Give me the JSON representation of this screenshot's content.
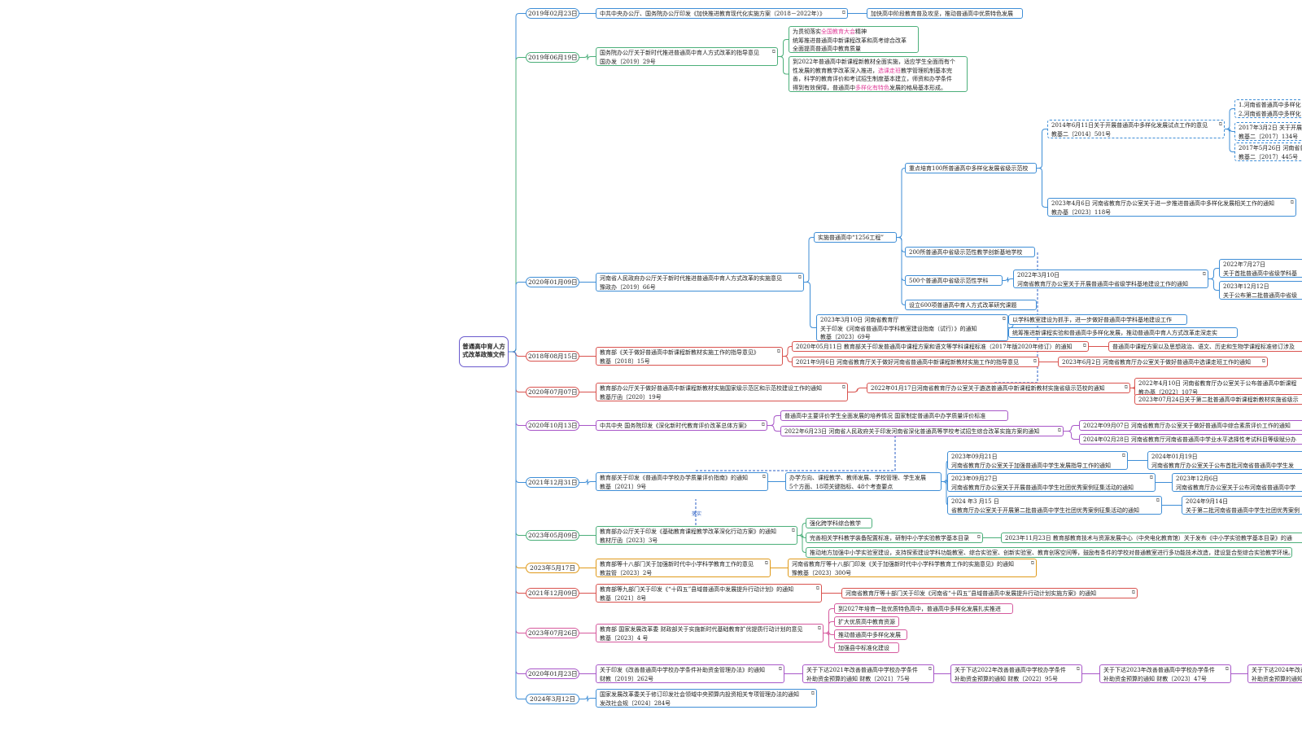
{
  "colors": {
    "green": "#4caf7a",
    "blue": "#3f8ed6",
    "red": "#d9534f",
    "purple": "#a857c8",
    "orange": "#e09a1a",
    "pink": "#d65a9e",
    "root": "#6a5acd",
    "note": "#2b5fc4"
  },
  "root": {
    "label": "普通高中育人方式改革政策文件"
  },
  "note_label": "落实",
  "nodes": [
    {
      "id": "d1",
      "cls": "date c-blue",
      "lines": [
        "2019年02月23日"
      ]
    },
    {
      "id": "p1",
      "cls": "c-blue",
      "lines": [
        "中共中央办公厅、国务院办公厅印发《加快推进教育现代化实施方案（2018－2022年）》"
      ],
      "icon": true
    },
    {
      "id": "p1a",
      "cls": "c-blue",
      "lines": [
        "加快高中阶段教育普及攻坚，推动普通高中优质特色发展"
      ]
    },
    {
      "id": "d2",
      "cls": "date c-green",
      "lines": [
        "2019年06月19日"
      ]
    },
    {
      "id": "p2",
      "cls": "c-green",
      "lines": [
        "国务院办公厅关于新时代推进普通高中育人方式改革的指导意见",
        "国办发〔2019〕29号"
      ],
      "icon": true
    },
    {
      "id": "p2a",
      "cls": "c-green",
      "lines": [
        "为贯彻落实<span class='pk'>全国教育大会</span>精神",
        "统筹推进普通高中新课程改革和高考综合改革",
        "全面提高普通高中教育质量"
      ]
    },
    {
      "id": "p2b",
      "cls": "c-green",
      "lines": [
        "到2022年普通高中新课程新教材全面实施，适应学生全面而有个",
        "性发展的教育教学改革深入推进，<span class='pk'>选课走班</span>教学管理机制基本完",
        "善，科学的教育评价和考试招生制度基本建立，师资和办学条件",
        "得到有效保障，普通高中<span class='pk'>多样化有特色</span>发展的格局基本形成。"
      ]
    },
    {
      "id": "d3",
      "cls": "date c-blue",
      "lines": [
        "2020年01月09日"
      ]
    },
    {
      "id": "p3",
      "cls": "c-blue",
      "lines": [
        "河南省人民政府办公厅关于新时代推进普通高中育人方式改革的实施意见",
        "豫政办〔2019〕66号"
      ],
      "icon": true
    },
    {
      "id": "p3a",
      "cls": "c-blue",
      "lines": [
        "实施普通高中“1256工程”"
      ]
    },
    {
      "id": "p3a1",
      "cls": "c-blue",
      "lines": [
        "重点培育100所普通高中多样化发展省级示范校"
      ]
    },
    {
      "id": "p3a1x",
      "cls": "c-blue dashed",
      "lines": [
        "2014年6月11日关于开展普通高中多样化发展试点工作的意见",
        "教基二〔2014〕501号"
      ],
      "icon": true
    },
    {
      "id": "p3a1x1",
      "cls": "c-blue dashed",
      "lines": [
        "1.河南省普通高中多样化",
        "2.河南省普通高中多样化"
      ]
    },
    {
      "id": "p3a1x2",
      "cls": "c-blue dashed",
      "lines": [
        "2017年3月2日 关于开展",
        "教基二〔2017〕134号"
      ]
    },
    {
      "id": "p3a1x3",
      "cls": "c-blue dashed",
      "lines": [
        "2017年5月26日 河南省普",
        "教基二〔2017〕445号"
      ]
    },
    {
      "id": "p3a1y",
      "cls": "c-blue",
      "lines": [
        "2023年4月6日 河南省教育厅办公室关于进一步推进普通高中多样化发展相关工作的通知",
        "教办基〔2023〕118号"
      ],
      "icon": true
    },
    {
      "id": "p3a2",
      "cls": "c-blue",
      "lines": [
        "200所普通高中省级示范性教学创新基地学校"
      ]
    },
    {
      "id": "p3a3",
      "cls": "c-blue",
      "lines": [
        "500个普通高中省级示范性学科"
      ]
    },
    {
      "id": "p3a3x",
      "cls": "c-blue",
      "lines": [
        "2022年3月10日",
        "河南省教育厅办公室关于开展普通高中省级学科基地建设工作的通知"
      ],
      "icon": true
    },
    {
      "id": "p3a3x1",
      "cls": "c-blue",
      "lines": [
        "2022年7月27日",
        "关于首批普通高中省级学科基"
      ]
    },
    {
      "id": "p3a3x2",
      "cls": "c-blue",
      "lines": [
        "2023年12月12日",
        "关于公布第二批普通高中省级"
      ]
    },
    {
      "id": "p3a4",
      "cls": "c-blue",
      "lines": [
        "设立600项普通高中育人方式改革研究课题"
      ]
    },
    {
      "id": "p3b",
      "cls": "c-blue",
      "lines": [
        "2023年3月10日 河南省教育厅",
        "关于印发《河南省普通高中学科教室建设指南（试行）》的通知",
        "教基〔2023〕69号"
      ],
      "icon": true
    },
    {
      "id": "p3b1",
      "cls": "c-blue",
      "lines": [
        "以学科教室建设为抓手，进一步做好普通高中学科基地建设工作"
      ]
    },
    {
      "id": "p3b2",
      "cls": "c-blue",
      "lines": [
        "统筹推进新课程实验和普通高中多样化发展，推动普通高中育人方式改革走深走实"
      ]
    },
    {
      "id": "d4",
      "cls": "date c-red",
      "lines": [
        "2018年08月15日"
      ]
    },
    {
      "id": "p4",
      "cls": "c-red",
      "lines": [
        "教育部《关于做好普通高中新课程新教材实施工作的指导意见》",
        "教基〔2018〕15号"
      ],
      "icon": true
    },
    {
      "id": "p4a",
      "cls": "c-red",
      "lines": [
        "2020年05月11日 教育部关于印发普通高中课程方案和语文等学科课程标准（2017年版2020年修订）的通知"
      ],
      "icon": true
    },
    {
      "id": "p4a1",
      "cls": "c-red",
      "lines": [
        "普通高中课程方案以及思想政治、语文、历史和生物学课程标准修订涉及"
      ]
    },
    {
      "id": "p4b",
      "cls": "c-red",
      "lines": [
        "2021年9月6日 河南省教育厅关于做好河南省普通高中新课程新教材实施工作的指导意见"
      ],
      "icon": true
    },
    {
      "id": "p4b1",
      "cls": "c-red",
      "lines": [
        "2023年6月2日 河南省教育厅办公室关于做好普通高中选课走班工作的通知"
      ],
      "icon": true
    },
    {
      "id": "d5",
      "cls": "date c-red",
      "lines": [
        "2020年07月07日"
      ]
    },
    {
      "id": "p5",
      "cls": "c-red",
      "lines": [
        "教育部办公厅关于做好普通高中新课程新教材实施国家级示范区和示范校建设工作的通知",
        "教基厅函〔2020〕19号"
      ],
      "icon": true
    },
    {
      "id": "p5a",
      "cls": "c-red",
      "lines": [
        "2022年01月17日河南省教育厅办公室关于遴选普通高中新课程新教材实施省级示范校的通知"
      ],
      "icon": true
    },
    {
      "id": "p5a1",
      "cls": "c-red",
      "lines": [
        "2022年4月10日 河南省教育厅办公室关于公布普通高中新课程",
        "教办基〔2022〕107号"
      ]
    },
    {
      "id": "p5a2",
      "cls": "c-red",
      "lines": [
        "2023年07月24日关于第二批普通高中新课程新教材实施省级示"
      ]
    },
    {
      "id": "d6",
      "cls": "date c-purple",
      "lines": [
        "2020年10月13日"
      ]
    },
    {
      "id": "p6",
      "cls": "c-purple",
      "lines": [
        "中共中央 国务院印发《深化新时代教育评价改革总体方案》"
      ],
      "icon": true
    },
    {
      "id": "p6a",
      "cls": "c-purple",
      "lines": [
        "普通高中主要评价学生全面发展的培养情况 国家制定普通高中办学质量评价标准"
      ]
    },
    {
      "id": "p6b",
      "cls": "c-purple",
      "lines": [
        "2022年6月23日 河南省人民政府关于印发河南省深化普通高等学校考试招生综合改革实施方案的通知"
      ],
      "icon": true
    },
    {
      "id": "p6b1",
      "cls": "c-purple",
      "lines": [
        "2022年09月07日 河南省教育厅办公室关于做好普通高中综合素质评价工作的通知"
      ]
    },
    {
      "id": "p6b2",
      "cls": "c-purple",
      "lines": [
        "2024年02月28日 河南省教育厅河南省普通高中学业水平选择性考试科目等级赋分办"
      ]
    },
    {
      "id": "d7",
      "cls": "date c-blue",
      "lines": [
        "2021年12月31日"
      ]
    },
    {
      "id": "p7",
      "cls": "c-blue",
      "lines": [
        "教育部关于印发《普通高中学校办学质量评价指南》的通知",
        "教基〔2021〕9号"
      ],
      "icon": true
    },
    {
      "id": "p7a",
      "cls": "c-blue",
      "lines": [
        "办学方向、课程教学、教师发展、学校管理、学生发展",
        "5个方面、18项关键指标、48个考查要点"
      ]
    },
    {
      "id": "p7b",
      "cls": "c-blue",
      "lines": [
        "2023年09月21日",
        "河南省教育厅办公室关于加强普通高中学生发展指导工作的通知"
      ],
      "icon": true
    },
    {
      "id": "p7b1",
      "cls": "c-blue",
      "lines": [
        "2024年01月19日",
        "河南省教育厅办公室关于公布首批河南省普通高中学生发"
      ]
    },
    {
      "id": "p7c",
      "cls": "c-blue",
      "lines": [
        "2023年09月27日",
        "河南省教育厅办公室关于开展普通高中学生社团优秀案例征集活动的通知"
      ],
      "icon": true
    },
    {
      "id": "p7c1",
      "cls": "c-blue",
      "lines": [
        "2023年12月6日",
        "河南省教育厅办公室关于公布河南省普通高中学"
      ]
    },
    {
      "id": "p7d",
      "cls": "c-blue",
      "lines": [
        "2024 年3 月15 日",
        "省教育厅办公室关于开展第二批普通高中学生社团优秀案例征集活动的通知"
      ],
      "icon": true
    },
    {
      "id": "p7d1",
      "cls": "c-blue",
      "lines": [
        "2024年9月14日",
        "关于第二批河南省普通高中学生社团优秀案例"
      ]
    },
    {
      "id": "d8",
      "cls": "date c-green",
      "lines": [
        "2023年05月09日"
      ]
    },
    {
      "id": "p8",
      "cls": "c-green",
      "lines": [
        "教育部办公厅关于印发《基础教育课程教学改革深化行动方案》的通知",
        "教材厅函〔2023〕3号"
      ],
      "icon": true
    },
    {
      "id": "p8a",
      "cls": "c-green",
      "lines": [
        "强化跨学科综合教学"
      ]
    },
    {
      "id": "p8b",
      "cls": "c-green",
      "lines": [
        "完善相关学科教学装备配置标准，研制中小学实验教学基本目录"
      ],
      "icon": true
    },
    {
      "id": "p8b1",
      "cls": "c-green",
      "lines": [
        "2023年11月23日 教育部教育技术与资源发展中心（中央电化教育馆）关于发布《中小学实验教学基本目录》的通"
      ]
    },
    {
      "id": "p8c",
      "cls": "c-green",
      "lines": [
        "推动地方加强中小学实验室建设，支持探索建设学科功能教室、综合实验室、创新实验室、教育创客空间等，鼓励有条件的学校对普通教室进行多功能技术改造，建设复合型综合实验教学环境。"
      ]
    },
    {
      "id": "d9",
      "cls": "date c-orange",
      "lines": [
        "2023年5月17日"
      ]
    },
    {
      "id": "p9",
      "cls": "c-orange",
      "lines": [
        "教育部等十八部门关于加强新时代中小学科学教育工作的意见",
        "教监管〔2023〕2号"
      ],
      "icon": true
    },
    {
      "id": "p9a",
      "cls": "c-orange",
      "lines": [
        "河南省教育厅等十八部门印发《关于加强新时代中小学科学教育工作的实施意见》的通知",
        "豫教基〔2023〕300号"
      ],
      "icon": true
    },
    {
      "id": "d10",
      "cls": "date c-red",
      "lines": [
        "2021年12月09日"
      ]
    },
    {
      "id": "p10",
      "cls": "c-red",
      "lines": [
        "教育部等九部门关于印发《“十四五”县域普通高中发展提升行动计划》的通知",
        "教基〔2021〕8号"
      ],
      "icon": true
    },
    {
      "id": "p10a",
      "cls": "c-red",
      "lines": [
        "河南省教育厅等十部门关于印发《河南省“十四五”县域普通高中发展提升行动计划实施方案》的通知"
      ],
      "icon": true
    },
    {
      "id": "d11",
      "cls": "date c-pink",
      "lines": [
        "2023年07月26日"
      ]
    },
    {
      "id": "p11",
      "cls": "c-pink",
      "lines": [
        "教育部 国家发展改革委 财政部关于实施新时代基础教育扩优提质行动计划的意见",
        "教基〔2023〕4 号"
      ],
      "icon": true
    },
    {
      "id": "p11a",
      "cls": "c-pink",
      "lines": [
        "到2027年培育一批优质特色高中，普通高中多样化发展扎实推进"
      ]
    },
    {
      "id": "p11b",
      "cls": "c-pink",
      "lines": [
        "扩大优质高中教育资源"
      ]
    },
    {
      "id": "p11c",
      "cls": "c-pink",
      "lines": [
        "推动普通高中多样化发展"
      ]
    },
    {
      "id": "p11d",
      "cls": "c-pink",
      "lines": [
        "加强县中标准化建设"
      ]
    },
    {
      "id": "d12",
      "cls": "date c-purple",
      "lines": [
        "2020年01月23日"
      ]
    },
    {
      "id": "p12",
      "cls": "c-purple",
      "lines": [
        "关于印发《改善普通高中学校办学条件补助资金管理办法》的通知",
        "财教〔2019〕262号"
      ],
      "icon": true
    },
    {
      "id": "p12a",
      "cls": "c-purple",
      "lines": [
        "关于下达2021年改善普通高中学校办学条件",
        "补助资金预算的通知 财教〔2021〕75号"
      ],
      "icon": true
    },
    {
      "id": "p12b",
      "cls": "c-purple",
      "lines": [
        "关于下达2022年改善普通高中学校办学条件",
        "补助资金预算的通知 财教〔2022〕95号"
      ],
      "icon": true
    },
    {
      "id": "p12c",
      "cls": "c-purple",
      "lines": [
        "关于下达2023年改善普通高中学校办学条件",
        "补助资金预算的通知 财教〔2023〕47号"
      ],
      "icon": true
    },
    {
      "id": "p12d",
      "cls": "c-purple",
      "lines": [
        "关于下达2024年改善",
        "补助资金预算的通知"
      ]
    },
    {
      "id": "d13",
      "cls": "date c-blue",
      "lines": [
        "2024年3月12日"
      ]
    },
    {
      "id": "p13",
      "cls": "c-blue",
      "lines": [
        "国家发展改革委关于修订印发社会领域中央预算内投资相关专项管理办法的通知",
        "发改社会规〔2024〕284号"
      ],
      "icon": true
    }
  ]
}
